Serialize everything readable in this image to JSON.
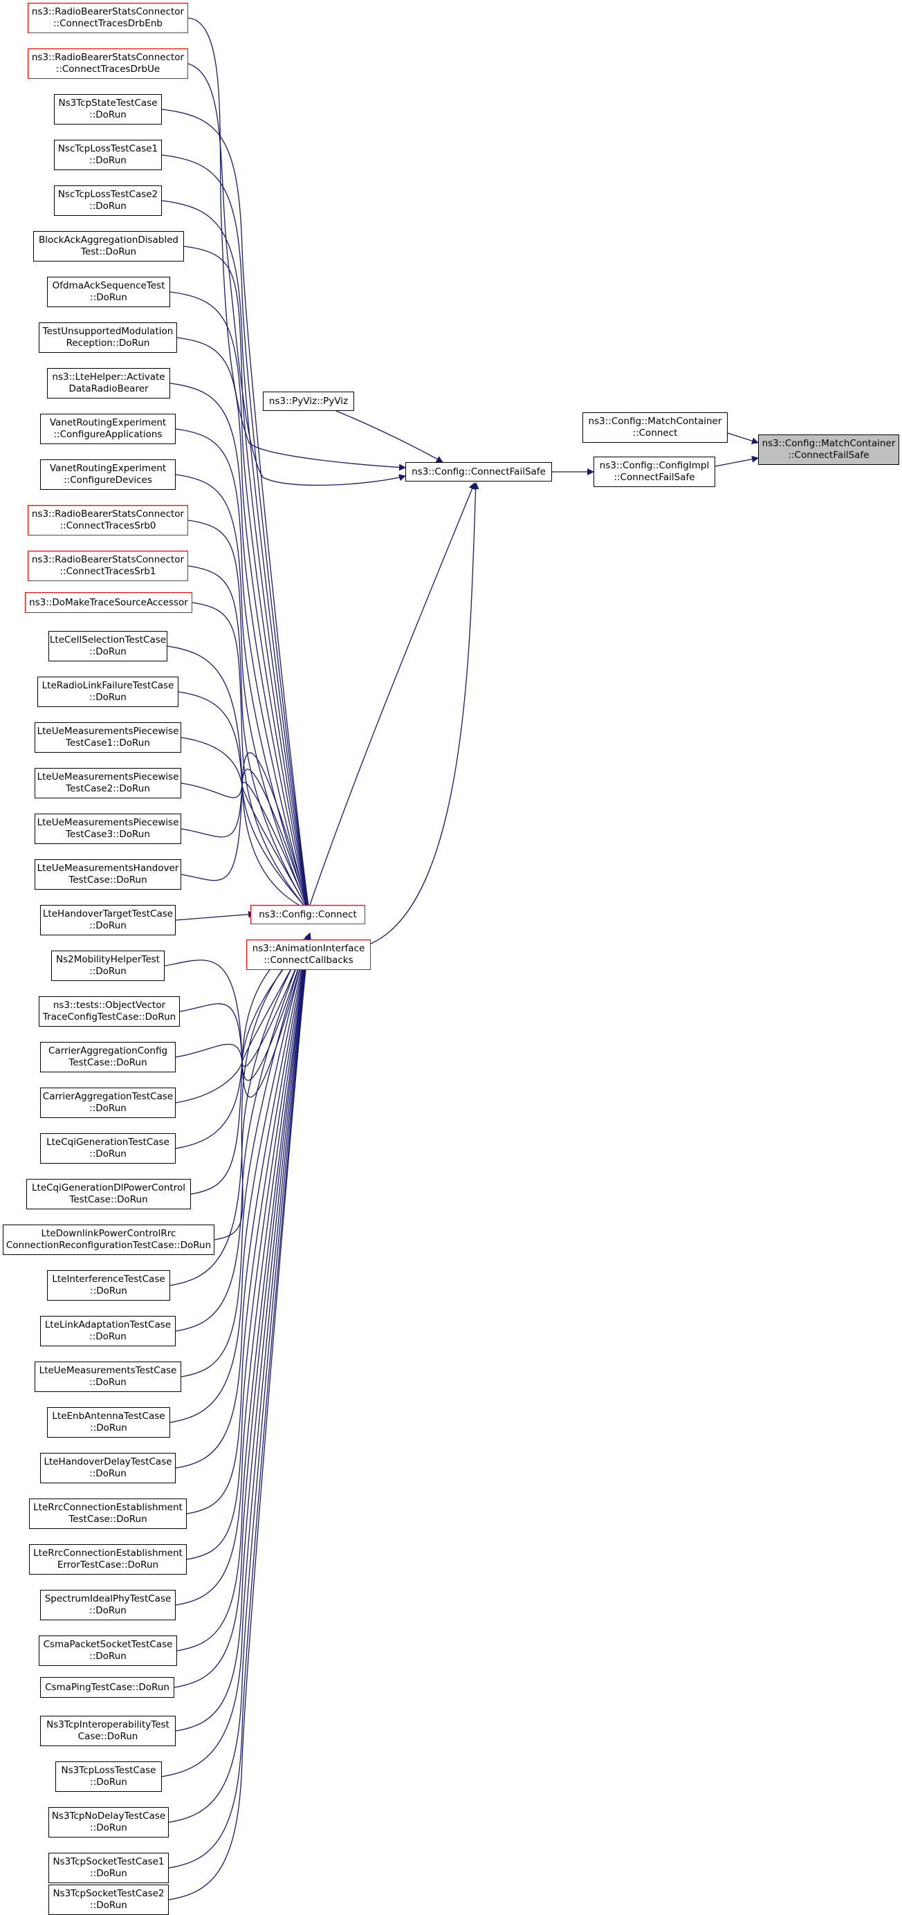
{
  "colors": {
    "edge": "#191970",
    "border": "#000000",
    "border_incomplete": "#ff0000",
    "focus_fill": "#bfbfbf"
  },
  "nodes": [
    {
      "id": "n_ConnectTracesDrbEnb",
      "lines": [
        "ns3::RadioBearerStatsConnector",
        "::ConnectTracesDrbEnb"
      ],
      "style": "red"
    },
    {
      "id": "n_ConnectTracesDrbUe",
      "lines": [
        "ns3::RadioBearerStatsConnector",
        "::ConnectTracesDrbUe"
      ],
      "style": "red"
    },
    {
      "id": "n_Ns3TcpStateTestCase",
      "lines": [
        "Ns3TcpStateTestCase",
        "::DoRun"
      ],
      "style": "normal"
    },
    {
      "id": "n_NscTcpLossTestCase1",
      "lines": [
        "NscTcpLossTestCase1",
        "::DoRun"
      ],
      "style": "normal"
    },
    {
      "id": "n_NscTcpLossTestCase2",
      "lines": [
        "NscTcpLossTestCase2",
        "::DoRun"
      ],
      "style": "normal"
    },
    {
      "id": "n_BlockAckAggregationDisabledTest",
      "lines": [
        "BlockAckAggregationDisabled",
        "Test::DoRun"
      ],
      "style": "normal"
    },
    {
      "id": "n_OfdmaAckSequenceTest",
      "lines": [
        "OfdmaAckSequenceTest",
        "::DoRun"
      ],
      "style": "normal"
    },
    {
      "id": "n_TestUnsupportedModulationReception",
      "lines": [
        "TestUnsupportedModulation",
        "Reception::DoRun"
      ],
      "style": "normal"
    },
    {
      "id": "n_LteHelperActivateDataRadioBearer",
      "lines": [
        "ns3::LteHelper::Activate",
        "DataRadioBearer"
      ],
      "style": "normal"
    },
    {
      "id": "n_VanetConfigureApplications",
      "lines": [
        "VanetRoutingExperiment",
        "::ConfigureApplications"
      ],
      "style": "normal"
    },
    {
      "id": "n_VanetConfigureDevices",
      "lines": [
        "VanetRoutingExperiment",
        "::ConfigureDevices"
      ],
      "style": "normal"
    },
    {
      "id": "n_ConnectTracesSrb0",
      "lines": [
        "ns3::RadioBearerStatsConnector",
        "::ConnectTracesSrb0"
      ],
      "style": "red"
    },
    {
      "id": "n_ConnectTracesSrb1",
      "lines": [
        "ns3::RadioBearerStatsConnector",
        "::ConnectTracesSrb1"
      ],
      "style": "red"
    },
    {
      "id": "n_DoMakeTraceSourceAccessor",
      "lines": [
        "ns3::DoMakeTraceSourceAccessor"
      ],
      "style": "red"
    },
    {
      "id": "n_LteCellSelectionTestCase",
      "lines": [
        "LteCellSelectionTestCase",
        "::DoRun"
      ],
      "style": "normal"
    },
    {
      "id": "n_LteRadioLinkFailureTestCase",
      "lines": [
        "LteRadioLinkFailureTestCase",
        "::DoRun"
      ],
      "style": "normal"
    },
    {
      "id": "n_LteUeMeasPiecewise1",
      "lines": [
        "LteUeMeasurementsPiecewise",
        "TestCase1::DoRun"
      ],
      "style": "normal"
    },
    {
      "id": "n_LteUeMeasPiecewise2",
      "lines": [
        "LteUeMeasurementsPiecewise",
        "TestCase2::DoRun"
      ],
      "style": "normal"
    },
    {
      "id": "n_LteUeMeasPiecewise3",
      "lines": [
        "LteUeMeasurementsPiecewise",
        "TestCase3::DoRun"
      ],
      "style": "normal"
    },
    {
      "id": "n_LteUeMeasHandover",
      "lines": [
        "LteUeMeasurementsHandover",
        "TestCase::DoRun"
      ],
      "style": "normal"
    },
    {
      "id": "n_LteHandoverTargetTestCase",
      "lines": [
        "LteHandoverTargetTestCase",
        "::DoRun"
      ],
      "style": "normal"
    },
    {
      "id": "n_Ns2MobilityHelperTest",
      "lines": [
        "Ns2MobilityHelperTest",
        "::DoRun"
      ],
      "style": "normal"
    },
    {
      "id": "n_ObjectVectorTraceConfigTestCase",
      "lines": [
        "ns3::tests::ObjectVector",
        "TraceConfigTestCase::DoRun"
      ],
      "style": "normal"
    },
    {
      "id": "n_CarrierAggregationConfigTestCase",
      "lines": [
        "CarrierAggregationConfig",
        "TestCase::DoRun"
      ],
      "style": "normal"
    },
    {
      "id": "n_CarrierAggregationTestCase",
      "lines": [
        "CarrierAggregationTestCase",
        "::DoRun"
      ],
      "style": "normal"
    },
    {
      "id": "n_LteCqiGenerationTestCase",
      "lines": [
        "LteCqiGenerationTestCase",
        "::DoRun"
      ],
      "style": "normal"
    },
    {
      "id": "n_LteCqiGenerationDlPowerControl",
      "lines": [
        "LteCqiGenerationDlPowerControl",
        "TestCase::DoRun"
      ],
      "style": "normal"
    },
    {
      "id": "n_LteDownlinkPowerControlRrc",
      "lines": [
        "LteDownlinkPowerControlRrc",
        "ConnectionReconfigurationTestCase::DoRun"
      ],
      "style": "normal"
    },
    {
      "id": "n_LteInterferenceTestCase",
      "lines": [
        "LteInterferenceTestCase",
        "::DoRun"
      ],
      "style": "normal"
    },
    {
      "id": "n_LteLinkAdaptationTestCase",
      "lines": [
        "LteLinkAdaptationTestCase",
        "::DoRun"
      ],
      "style": "normal"
    },
    {
      "id": "n_LteUeMeasurementsTestCase",
      "lines": [
        "LteUeMeasurementsTestCase",
        "::DoRun"
      ],
      "style": "normal"
    },
    {
      "id": "n_LteEnbAntennaTestCase",
      "lines": [
        "LteEnbAntennaTestCase",
        "::DoRun"
      ],
      "style": "normal"
    },
    {
      "id": "n_LteHandoverDelayTestCase",
      "lines": [
        "LteHandoverDelayTestCase",
        "::DoRun"
      ],
      "style": "normal"
    },
    {
      "id": "n_LteRrcConnEst",
      "lines": [
        "LteRrcConnectionEstablishment",
        "TestCase::DoRun"
      ],
      "style": "normal"
    },
    {
      "id": "n_LteRrcConnEstError",
      "lines": [
        "LteRrcConnectionEstablishment",
        "ErrorTestCase::DoRun"
      ],
      "style": "normal"
    },
    {
      "id": "n_SpectrumIdealPhyTestCase",
      "lines": [
        "SpectrumIdealPhyTestCase",
        "::DoRun"
      ],
      "style": "normal"
    },
    {
      "id": "n_CsmaPacketSocketTestCase",
      "lines": [
        "CsmaPacketSocketTestCase",
        "::DoRun"
      ],
      "style": "normal"
    },
    {
      "id": "n_CsmaPingTestCase",
      "lines": [
        "CsmaPingTestCase::DoRun"
      ],
      "style": "normal"
    },
    {
      "id": "n_Ns3TcpInteroperabilityTest",
      "lines": [
        "Ns3TcpInteroperabilityTest",
        "Case::DoRun"
      ],
      "style": "normal"
    },
    {
      "id": "n_Ns3TcpLossTestCase",
      "lines": [
        "Ns3TcpLossTestCase",
        "::DoRun"
      ],
      "style": "normal"
    },
    {
      "id": "n_Ns3TcpNoDelayTestCase",
      "lines": [
        "Ns3TcpNoDelayTestCase",
        "::DoRun"
      ],
      "style": "normal"
    },
    {
      "id": "n_Ns3TcpSocketTestCase1",
      "lines": [
        "Ns3TcpSocketTestCase1",
        "::DoRun"
      ],
      "style": "normal"
    },
    {
      "id": "n_Ns3TcpSocketTestCase2",
      "lines": [
        "Ns3TcpSocketTestCase2",
        "::DoRun"
      ],
      "style": "normal"
    },
    {
      "id": "n_PyVizPyViz",
      "lines": [
        "ns3::PyViz::PyViz"
      ],
      "style": "normal"
    },
    {
      "id": "n_ConfigConnect",
      "lines": [
        "ns3::Config::Connect"
      ],
      "style": "red"
    },
    {
      "id": "n_AnimationInterfaceConnectCallbacks",
      "lines": [
        "ns3::AnimationInterface",
        "::ConnectCallbacks"
      ],
      "style": "red"
    },
    {
      "id": "n_ConfigConnectFailSafe",
      "lines": [
        "ns3::Config::ConnectFailSafe"
      ],
      "style": "normal"
    },
    {
      "id": "n_MatchContainerConnect",
      "lines": [
        "ns3::Config::MatchContainer",
        "::Connect"
      ],
      "style": "normal"
    },
    {
      "id": "n_ConfigImplConnectFailSafe",
      "lines": [
        "ns3::Config::ConfigImpl",
        "::ConnectFailSafe"
      ],
      "style": "normal"
    },
    {
      "id": "n_MatchContainerConnectFailSafe",
      "lines": [
        "ns3::Config::MatchContainer",
        "::ConnectFailSafe"
      ],
      "style": "focus"
    }
  ]
}
